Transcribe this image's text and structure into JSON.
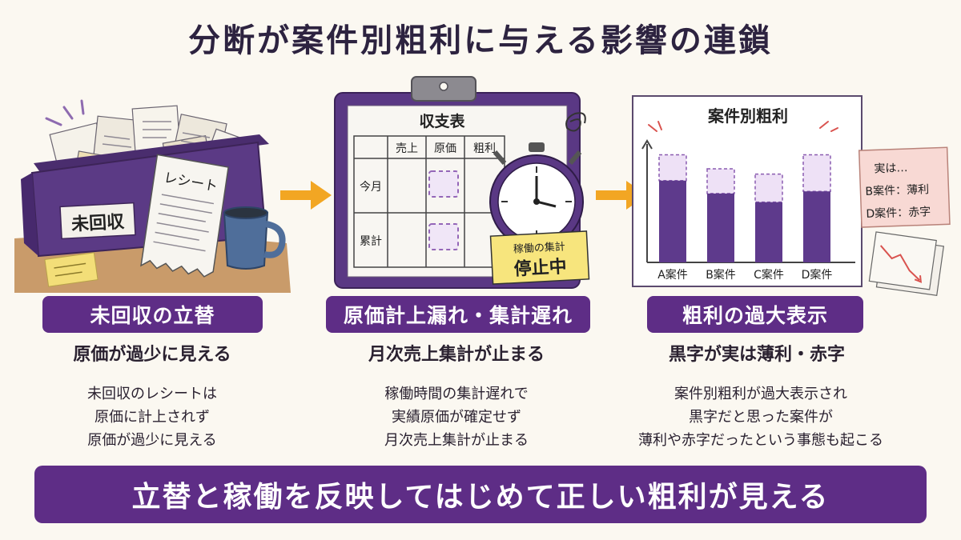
{
  "title": "分断が案件別粗利に与える影響の連鎖",
  "stage1": {
    "box_label": "未回収",
    "receipt_label": "レシート",
    "label": "未回収の立替",
    "subtitle": "原価が過少に見える",
    "description": [
      "未回収のレシートは",
      "原価に計上されず",
      "原価が過少に見える"
    ]
  },
  "stage2": {
    "sheet_title": "収支表",
    "col_headers": [
      "売上",
      "原価",
      "粗利"
    ],
    "row_headers": [
      "今月",
      "累計"
    ],
    "sign_line1": "稼働の集計",
    "sign_line2": "停止中",
    "label": "原価計上漏れ・集計遅れ",
    "subtitle": "月次売上集計が止まる",
    "description": [
      "稼働時間の集計遅れで",
      "実績原価が確定せず",
      "月次売上集計が止まる"
    ]
  },
  "stage3": {
    "chart_title": "案件別粗利",
    "categories": [
      "A案件",
      "B案件",
      "C案件",
      "D案件"
    ],
    "note": [
      "実は…",
      "B案件：薄利",
      "D案件：赤字"
    ],
    "label": "粗利の過大表示",
    "subtitle": "黒字が実は薄利・赤字",
    "description": [
      "案件別粗利が過大表示され",
      "黒字だと思った案件が",
      "薄利や赤字だったという事態も起こる"
    ]
  },
  "banner": "立替と稼働を反映してはじめて正しい粗利が見える",
  "chart_data": {
    "type": "bar",
    "title": "案件別粗利",
    "categories": [
      "A案件",
      "B案件",
      "C案件",
      "D案件"
    ],
    "series": [
      {
        "values": [
          76,
          64,
          56,
          66
        ]
      },
      {
        "values": [
          24,
          23,
          26,
          34
        ]
      }
    ],
    "ylim": [
      0,
      110
    ]
  },
  "colors": {
    "purple": "#5e2d86",
    "bar": "#5e3a8c",
    "bar_hidden": "#eee1f6",
    "arrow": "#f2a623",
    "note_bg": "#f8d9d4",
    "sign_bg": "#f7e57d"
  }
}
